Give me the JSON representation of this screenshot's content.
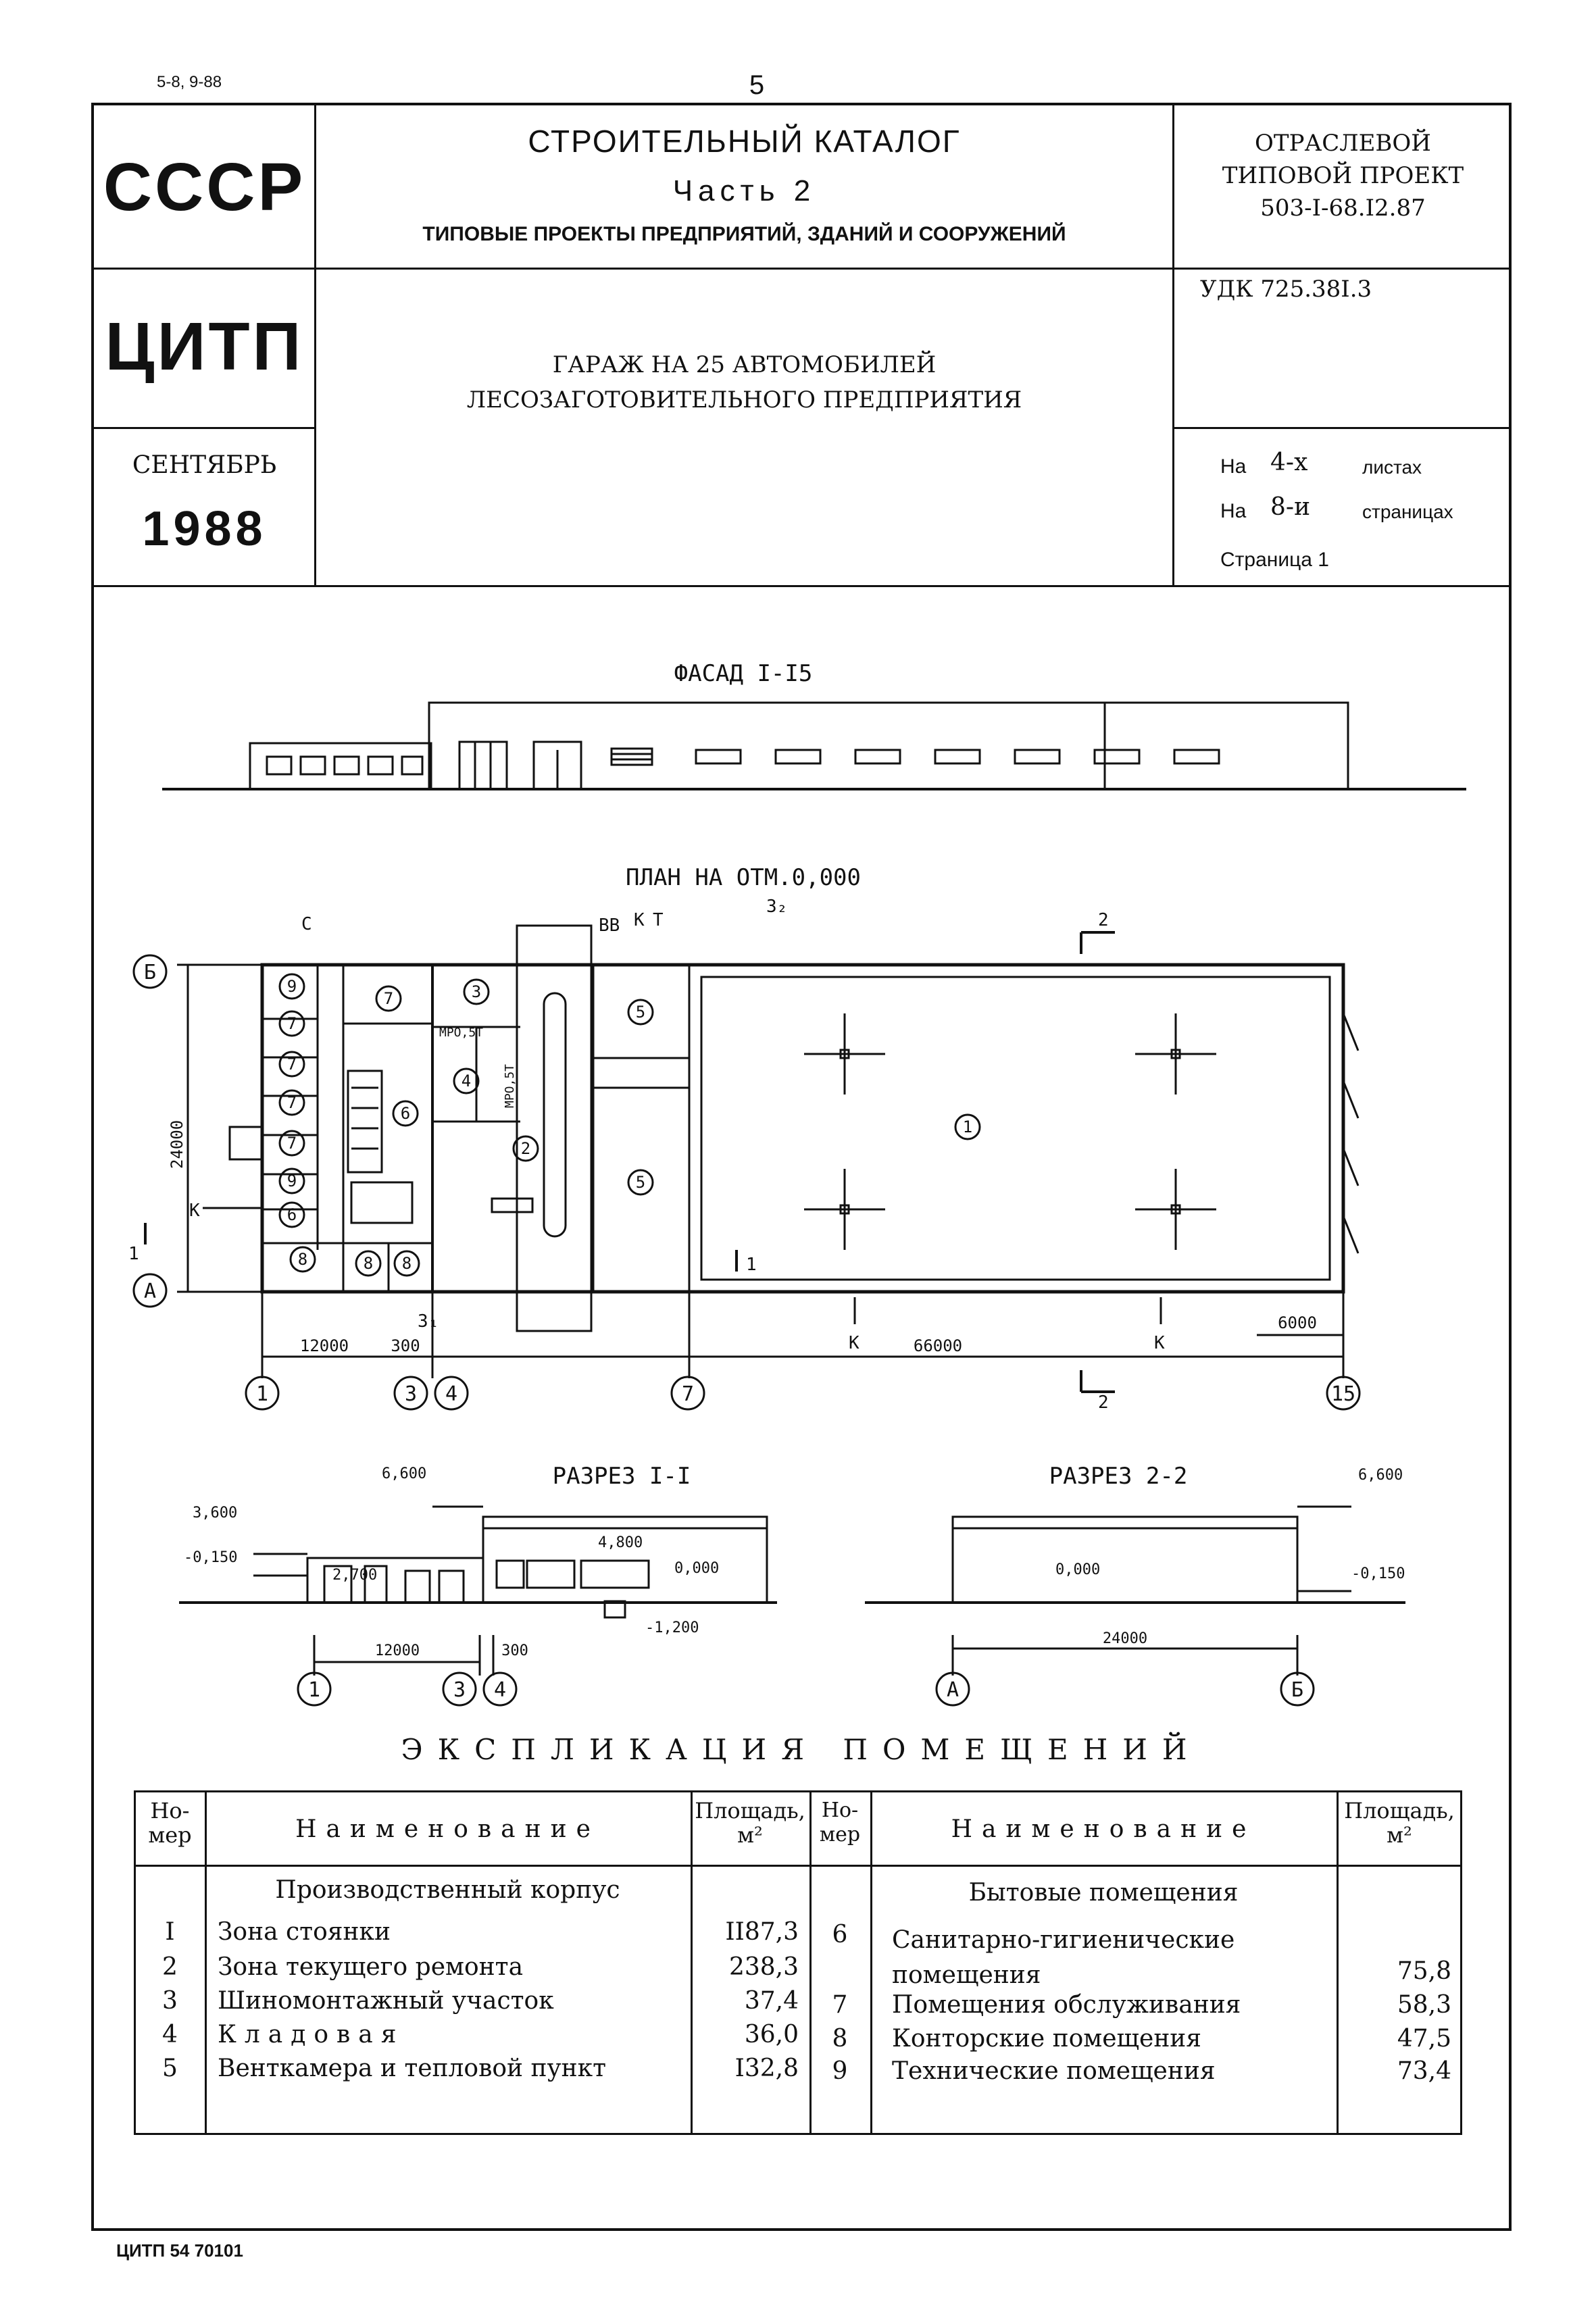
{
  "corner_code": "5-8, 9-88",
  "page_number": "5",
  "header": {
    "org1": "СССР",
    "org2": "ЦИТП",
    "month": "СЕНТЯБРЬ",
    "year": "1988",
    "catalog_title": "СТРОИТЕЛЬНЫЙ КАТАЛОГ",
    "catalog_part": "Часть 2",
    "catalog_subtitle": "ТИПОВЫЕ ПРОЕКТЫ ПРЕДПРИЯТИЙ, ЗДАНИЙ И СООРУЖЕНИЙ",
    "project_line1": "ОТРАСЛЕВОЙ",
    "project_line2": "ТИПОВОЙ ПРОЕКТ",
    "project_line3": "503-I-68.I2.87",
    "udk": "УДК 725.38I.3",
    "object_line1": "ГАРАЖ НА 25 АВТОМОБИЛЕЙ",
    "object_line2": "ЛЕСОЗАГОТОВИТЕЛЬНОГО ПРЕДПРИЯТИЯ",
    "sheets_prefix": "На",
    "sheets_value": "4-х",
    "sheets_suffix": "листах",
    "pages_prefix": "На",
    "pages_value": "8-и",
    "pages_suffix": "страницах",
    "page_label": "Страница 1"
  },
  "drawings": {
    "facade_title": "ФАСАД I-I5",
    "plan_title": "ПЛАН НА ОТМ.0,000",
    "plan_axes": [
      "Б",
      "А",
      "1",
      "3",
      "4",
      "7",
      "15"
    ],
    "plan_rooms": [
      "9",
      "7",
      "7",
      "7",
      "7",
      "9",
      "6",
      "8",
      "8",
      "8",
      "7",
      "3",
      "4",
      "6",
      "2",
      "5",
      "5",
      "1"
    ],
    "plan_labels": {
      "c": "С",
      "v": "ВВ",
      "k": "К",
      "t": "Т",
      "z2": "З₂",
      "z1": "З₁",
      "k_left": "К",
      "k_b1": "К",
      "k_b2": "К",
      "two": "2",
      "one": "1",
      "mpo1": "МРО,5Т",
      "mpo2": "МРО,5Т"
    },
    "plan_dims": {
      "height": "24000",
      "d1": "12000",
      "d2": "300",
      "d3": "66000",
      "d4": "6000"
    },
    "section1_title": "РАЗРЕЗ I-I",
    "section1_marks": [
      "6,600",
      "3,600",
      "-0,150",
      "2,700",
      "4,800",
      "0,000",
      "-1,200"
    ],
    "section1_dims": [
      "12000",
      "300"
    ],
    "section1_axes": [
      "1",
      "3",
      "4"
    ],
    "section2_title": "РАЗРЕЗ 2-2",
    "section2_marks": [
      "6,600",
      "0,000",
      "-0,150"
    ],
    "section2_dims": [
      "24000"
    ],
    "section2_axes": [
      "А",
      "Б"
    ]
  },
  "explication": {
    "title": "ЭКСПЛИКАЦИЯ ПОМЕЩЕНИЙ",
    "headers": {
      "num1": "Но-\nмер",
      "name1": "Наименование",
      "area1": "Площадь,\nм²",
      "num2": "Но-\nмер",
      "name2": "Наименование",
      "area2": "Площадь,\nм²"
    },
    "group_left": "Производственный корпус",
    "group_right": "Бытовые помещения",
    "left_rows": [
      {
        "num": "I",
        "name": "Зона стоянки",
        "area": "II87,3"
      },
      {
        "num": "2",
        "name": "Зона текущего ремонта",
        "area": "238,3"
      },
      {
        "num": "3",
        "name": "Шиномонтажный участок",
        "area": "37,4"
      },
      {
        "num": "4",
        "name": "Кладовая",
        "area": "36,0"
      },
      {
        "num": "5",
        "name": "Венткамера и тепловой пункт",
        "area": "I32,8"
      }
    ],
    "right_rows": [
      {
        "num": "6",
        "name": "Санитарно-гигиенические\nпомещения",
        "area": "75,8"
      },
      {
        "num": "7",
        "name": "Помещения обслуживания",
        "area": "58,3"
      },
      {
        "num": "8",
        "name": "Конторские помещения",
        "area": "47,5"
      },
      {
        "num": "9",
        "name": "Технические помещения",
        "area": "73,4"
      }
    ]
  },
  "footer_code": "ЦИТП 54 70101"
}
